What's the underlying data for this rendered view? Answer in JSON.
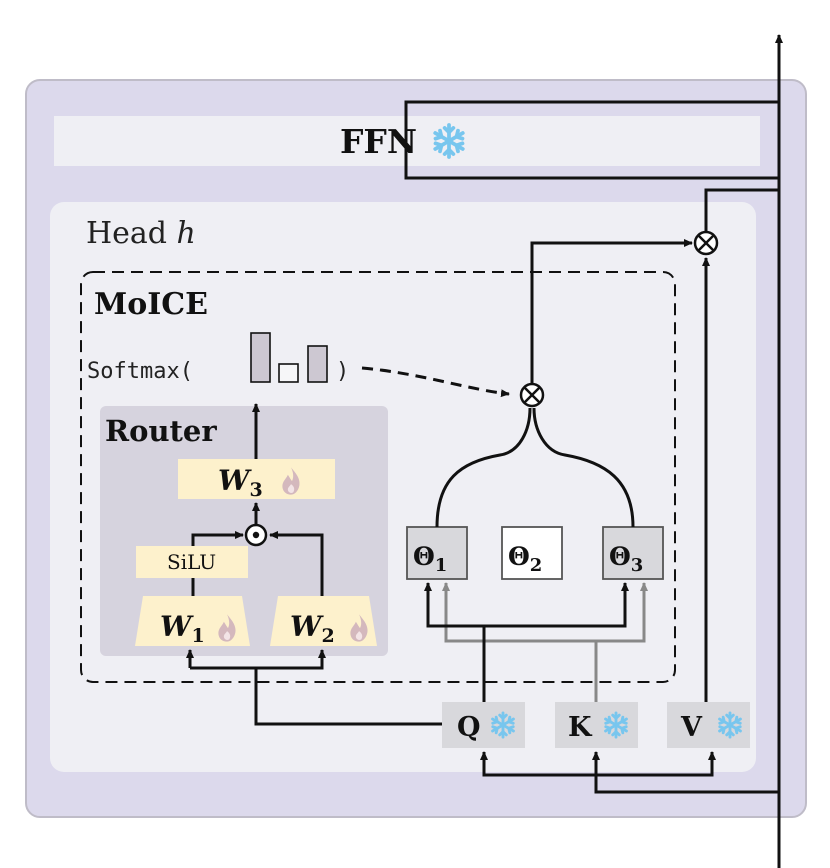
{
  "ffn": {
    "label": "FFN"
  },
  "head": {
    "label": "Head ",
    "var": "h"
  },
  "moice": {
    "label": "MoICE"
  },
  "softmax": {
    "prefix": "Softmax(",
    "suffix": ")"
  },
  "router": {
    "label": "Router"
  },
  "weights": {
    "w3": {
      "base": "W",
      "sub": "3"
    },
    "w1": {
      "base": "W",
      "sub": "1"
    },
    "w2": {
      "base": "W",
      "sub": "2"
    }
  },
  "silu": {
    "label": "SiLU"
  },
  "thetas": [
    {
      "base": "Θ",
      "sub": "1"
    },
    {
      "base": "Θ",
      "sub": "2"
    },
    {
      "base": "Θ",
      "sub": "3"
    }
  ],
  "qkv": {
    "q": "Q",
    "k": "K",
    "v": "V"
  },
  "icons": {
    "frozen": "snowflake-icon",
    "trainable": "flame-icon"
  },
  "colors": {
    "outer_bg": "#dcd9ec",
    "head_bg": "#efeff4",
    "router_bg": "#d6d3de",
    "weight_fill": "#fdf1cc",
    "snow": "#78c6ee",
    "flame": "#d4b8bd",
    "qkv_fill": "#d8d8dc"
  }
}
